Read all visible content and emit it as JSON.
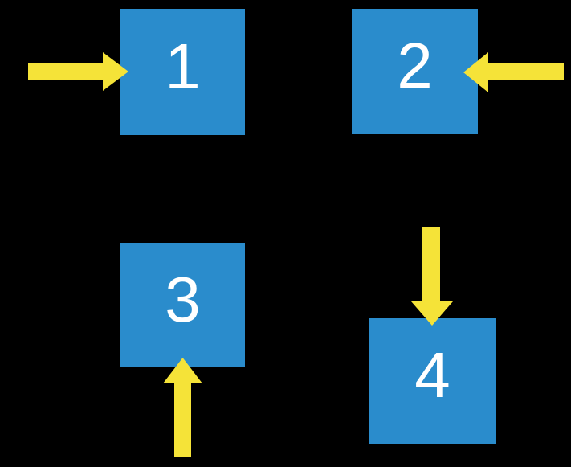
{
  "background": "#000000",
  "colors": {
    "box_fill": "#2A8CCC",
    "arrow_fill": "#F5E338",
    "label": "#FFFFFF"
  },
  "boxes": [
    {
      "label": "1",
      "arrow_from": "left"
    },
    {
      "label": "2",
      "arrow_from": "right"
    },
    {
      "label": "3",
      "arrow_from": "below"
    },
    {
      "label": "4",
      "arrow_from": "above"
    }
  ]
}
